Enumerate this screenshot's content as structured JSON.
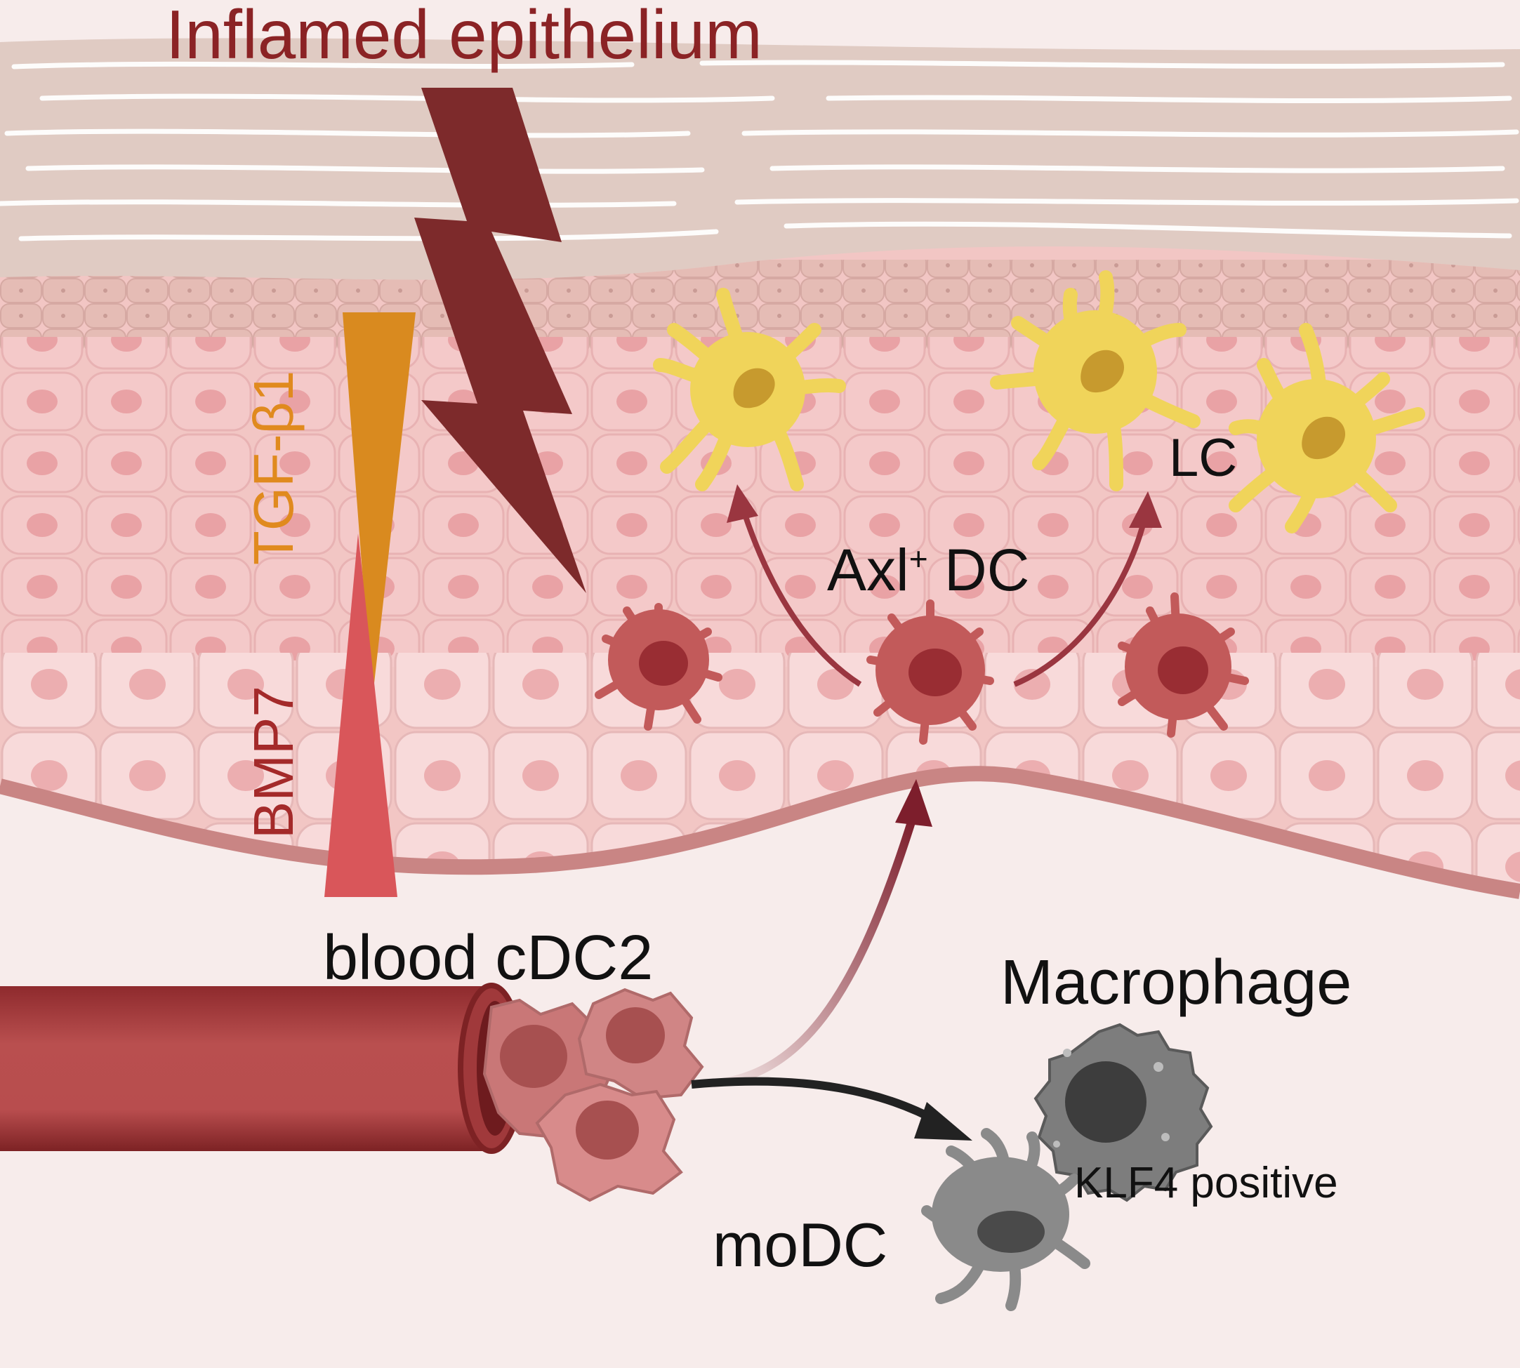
{
  "labels": {
    "title": "Inflamed epithelium",
    "tgf": "TGF-β1",
    "bmp": "BMP7",
    "lc": "LC",
    "axl_main": "Axl",
    "axl_sup": "+",
    "axl_rest": " DC",
    "blood_cdc2": "blood cDC2",
    "macrophage": "Macrophage",
    "klf4": "KLF4 positive",
    "modc": "moDC"
  },
  "colors": {
    "title": "#8b2325",
    "tgf": "#e08a1e",
    "bmp": "#a42a2a",
    "text": "#111111",
    "bolt": "#7d2a2b",
    "vessel": "#b94f4f",
    "dc_red": "#b84a4a",
    "lc_yellow": "#f0d45a",
    "macrophage_gray": "#777777",
    "arrow_dark": "#8a2430",
    "arrow_black": "#222222"
  }
}
